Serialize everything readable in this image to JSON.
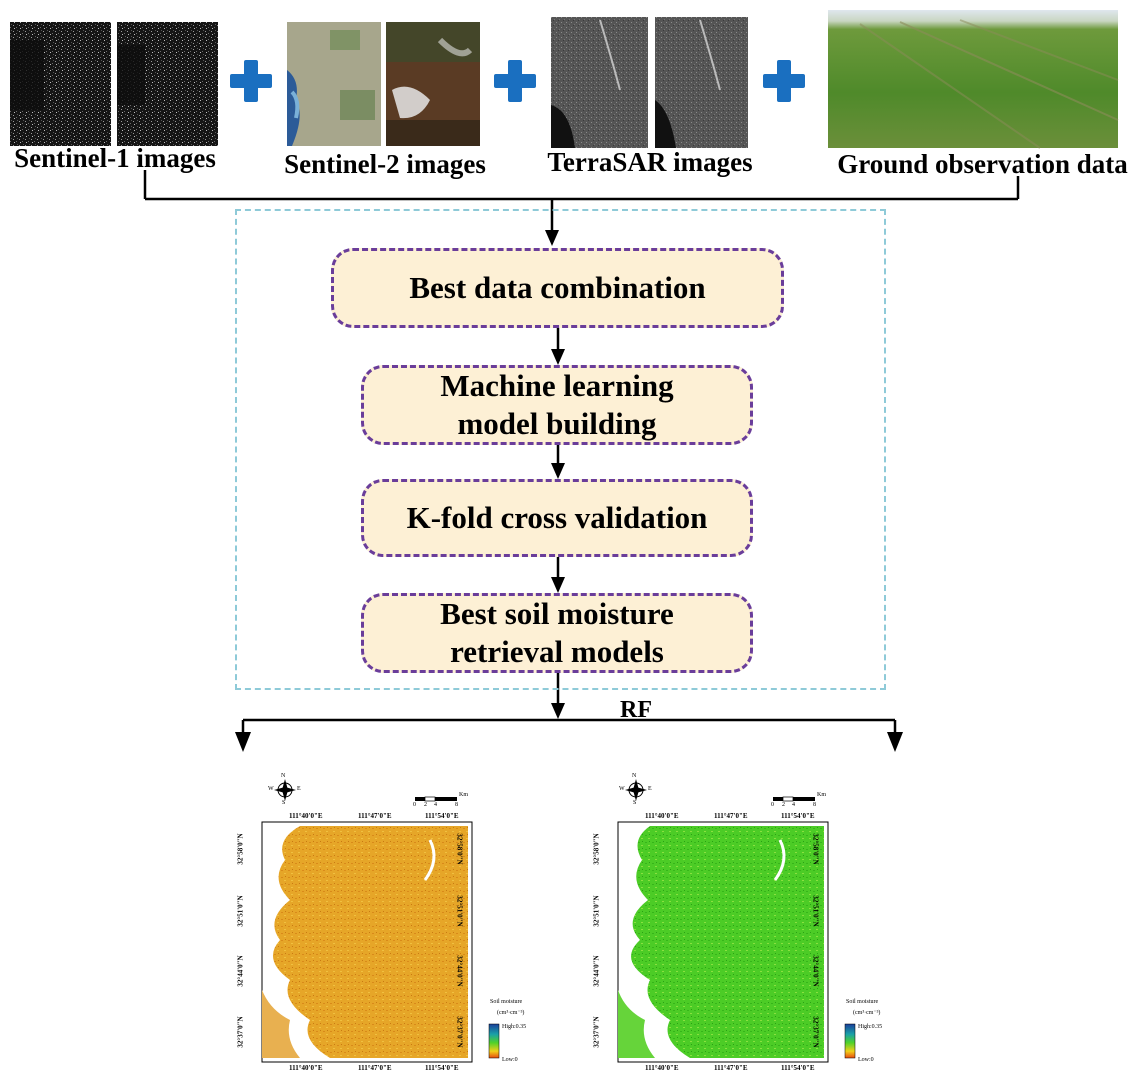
{
  "inputs": [
    {
      "label": "Sentinel-1 images"
    },
    {
      "label": "Sentinel-2 images"
    },
    {
      "label": "TerraSAR images"
    },
    {
      "label": "Ground observation data"
    }
  ],
  "steps": [
    {
      "label": "Best data combination"
    },
    {
      "label": "Machine learning\nmodel building"
    },
    {
      "label": "K-fold cross validation"
    },
    {
      "label": "Best soil moisture\nretrieval models"
    }
  ],
  "branch_label": "RF",
  "maps": [
    {
      "top_lon": [
        "111°40'0\"E",
        "111°47'0\"E",
        "111°54'0\"E"
      ],
      "bottom_lon": [
        "111°40'0\"E",
        "111°47'0\"E",
        "111°54'0\"E"
      ],
      "lat": [
        "32°58'0\"N",
        "32°51'0\"N",
        "32°44'0\"N",
        "32°37'0\"N"
      ],
      "legend_title": "Soil moisture",
      "legend_unit": "(cm³·cm⁻³)",
      "legend_high": "High:0.35",
      "legend_low": "Low:0",
      "scale_ticks": [
        "0",
        "2",
        "4",
        "8"
      ],
      "scale_unit": "Km",
      "compass": [
        "N",
        "S",
        "W",
        "E"
      ]
    },
    {
      "top_lon": [
        "111°40'0\"E",
        "111°47'0\"E",
        "111°54'0\"E"
      ],
      "bottom_lon": [
        "111°40'0\"E",
        "111°47'0\"E",
        "111°54'0\"E"
      ],
      "lat": [
        "32°58'0\"N",
        "32°51'0\"N",
        "32°44'0\"N",
        "32°37'0\"N"
      ],
      "legend_title": "Soil moisture",
      "legend_unit": "(cm³·cm⁻³)",
      "legend_high": "High:0.35",
      "legend_low": "Low:0",
      "scale_ticks": [
        "0",
        "2",
        "4",
        "8"
      ],
      "scale_unit": "Km",
      "compass": [
        "N",
        "S",
        "W",
        "E"
      ]
    }
  ],
  "colors": {
    "box_fill": "#fdf0d5",
    "box_border": "#6a3d9a",
    "frame": "#8ecad8",
    "plus": "#1a6fc0",
    "map1_fill": "#e3a020",
    "map2_fill": "#4cc826"
  }
}
